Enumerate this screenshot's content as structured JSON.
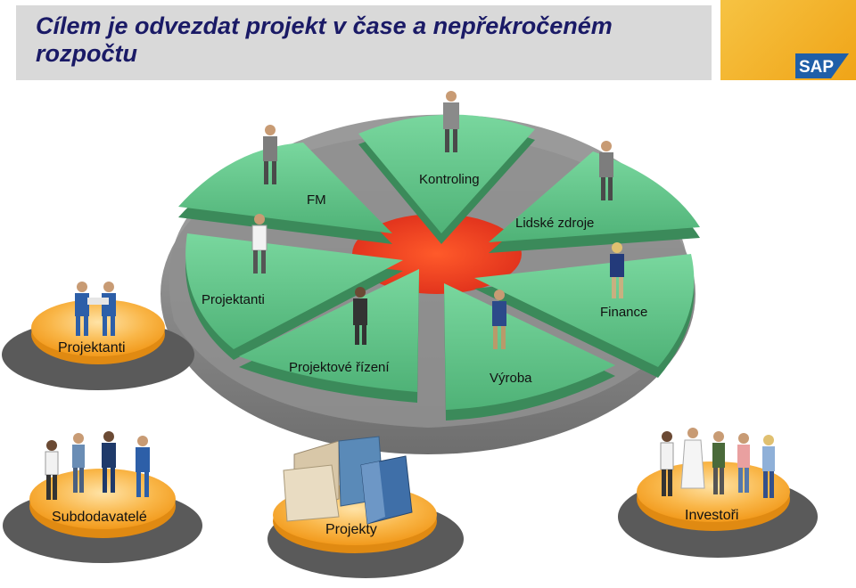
{
  "slide": {
    "title": "Cílem je odvezdat projekt v čase a nepřekročeném rozpočtu",
    "logo_text": "SAP",
    "colors": {
      "title_bg": "#d9d9d9",
      "title_text": "#1a1a66",
      "logo_gold": "#f0a417",
      "logo_blue": "#1f5fa8",
      "slice_green": "#5fc48a",
      "slice_shadow": "#8a8a8a",
      "center_red": "#e2341d",
      "platform_orange": "#f5a623"
    }
  },
  "wheel": {
    "segments": [
      {
        "label": "FM"
      },
      {
        "label": "Kontroling"
      },
      {
        "label": "Lidské zdroje"
      },
      {
        "label": "Projektanti"
      },
      {
        "label": "Finance"
      },
      {
        "label": "Projektové řízení"
      },
      {
        "label": "Výroba"
      }
    ]
  },
  "platforms": [
    {
      "label": "Projektanti",
      "icon": "engineers-icon"
    },
    {
      "label": "Subdodavatelé",
      "icon": "workers-icon"
    },
    {
      "label": "Projekty",
      "icon": "buildings-icon"
    },
    {
      "label": "Investoři",
      "icon": "investors-icon"
    }
  ]
}
